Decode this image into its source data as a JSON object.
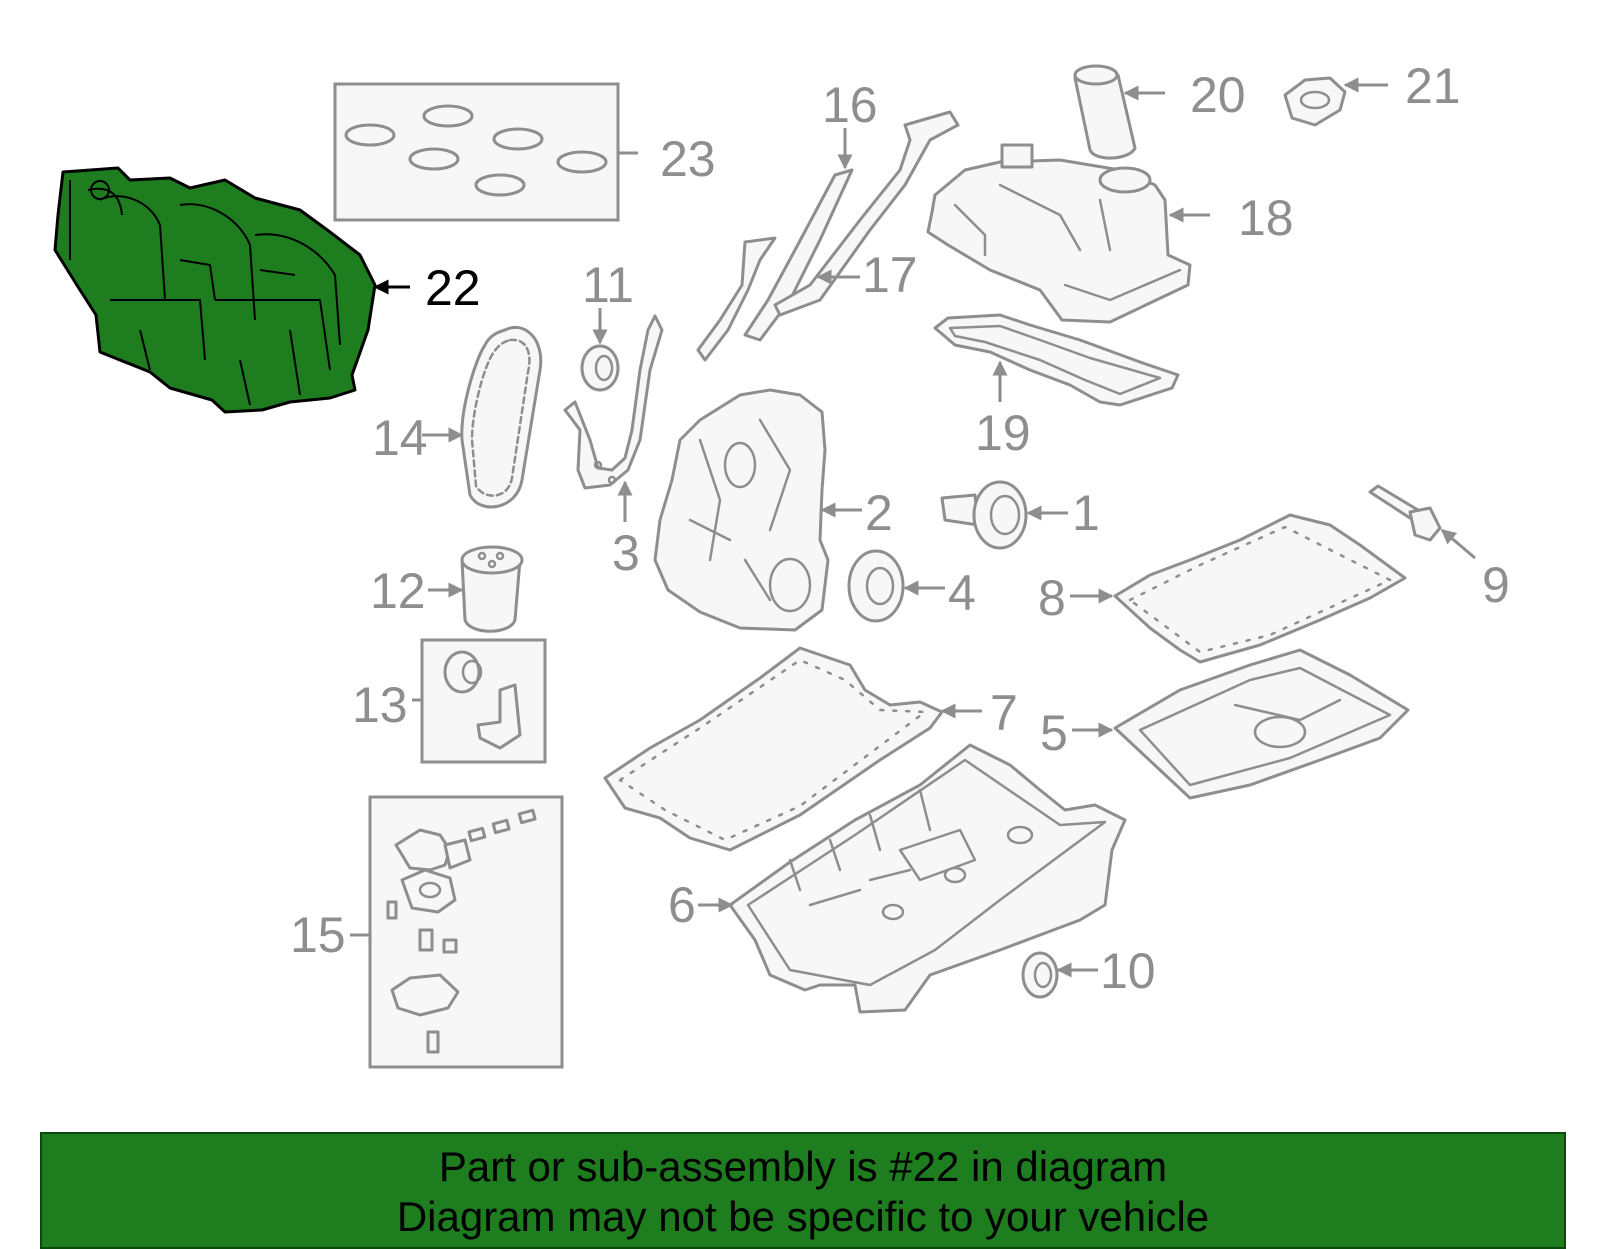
{
  "callouts": {
    "c1": "1",
    "c2": "2",
    "c3": "3",
    "c4": "4",
    "c5": "5",
    "c6": "6",
    "c7": "7",
    "c8": "8",
    "c9": "9",
    "c10": "10",
    "c11": "11",
    "c12": "12",
    "c13": "13",
    "c14": "14",
    "c15": "15",
    "c16": "16",
    "c17": "17",
    "c18": "18",
    "c19": "19",
    "c20": "20",
    "c21": "21",
    "c22": "22",
    "c23": "23"
  },
  "highlighted_part": "22",
  "colors": {
    "highlight": "#1e7d1e",
    "part_stroke": "#8e8e8e",
    "banner_bg": "#1e7d1e"
  },
  "banner": {
    "line1": "Part or sub-assembly is #22 in diagram",
    "line2": "Diagram may not be specific to your vehicle"
  }
}
